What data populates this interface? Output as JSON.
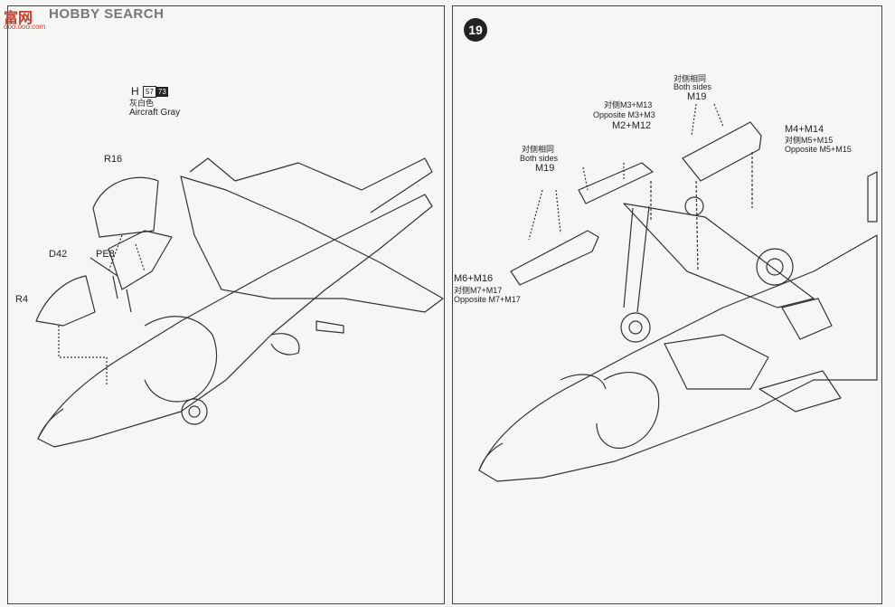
{
  "watermark": {
    "cn": "富网",
    "en": "HOBBY SEARCH",
    "url": "ooo.ooo.com"
  },
  "step": {
    "number": "19"
  },
  "left": {
    "paint": {
      "letter": "H",
      "code_a": "57",
      "code_b": "73",
      "cn": "灰白色",
      "name": "Aircraft Gray"
    },
    "labels": {
      "r16": "R16",
      "pe8": "PE8",
      "d42": "D42",
      "r4": "R4"
    }
  },
  "right": {
    "both_sides_top_cn": "对侧相同",
    "both_sides_top": "Both sides",
    "m19_top": "M19",
    "m3_cn": "对侧M3+M13",
    "m3_opp": "Opposite M3+M3",
    "m2": "M2+M12",
    "m4": "M4+M14",
    "m5_cn": "对侧M5+M15",
    "m5_opp": "Opposite M5+M15",
    "both_sides_left_cn": "对侧相同",
    "both_sides_left": "Both sides",
    "m19_left": "M19",
    "m6": "M6+M16",
    "m7_cn": "对侧M7+M17",
    "m7_opp": "Opposite M7+M17"
  }
}
